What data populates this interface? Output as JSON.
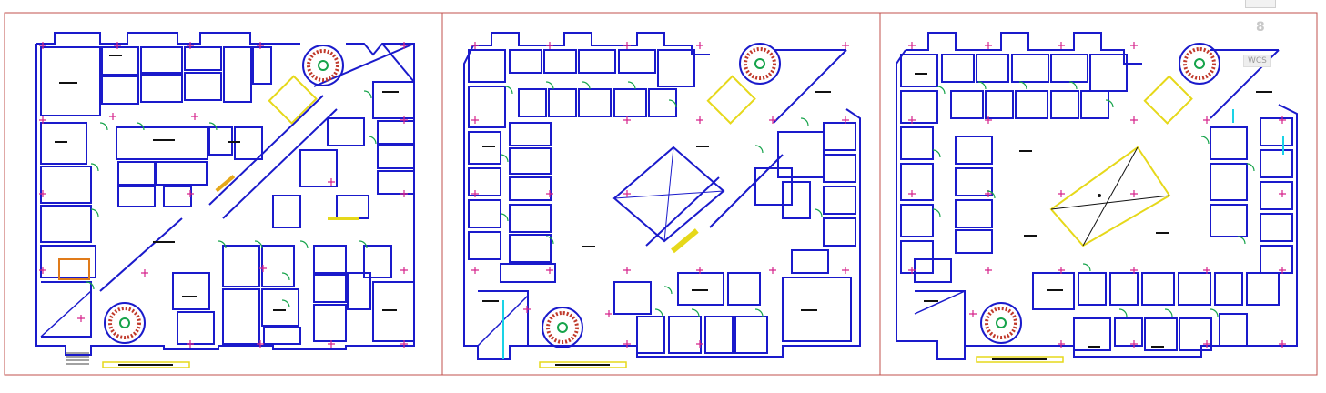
{
  "viewcube": {
    "number": "8",
    "wcs_label": "WCS"
  },
  "colors": {
    "wall": "#1a1acb",
    "frame": "#c0504d",
    "door": "#15a34a",
    "marker": "#d6248c",
    "stair": "#c0392b",
    "highlight": "#e6d81a",
    "cyan": "#1ad3e6",
    "text_block": "#111111"
  },
  "plans": [
    {
      "id": "plan-1",
      "title_bar": ""
    },
    {
      "id": "plan-2",
      "title_bar": ""
    },
    {
      "id": "plan-3",
      "title_bar": ""
    }
  ]
}
